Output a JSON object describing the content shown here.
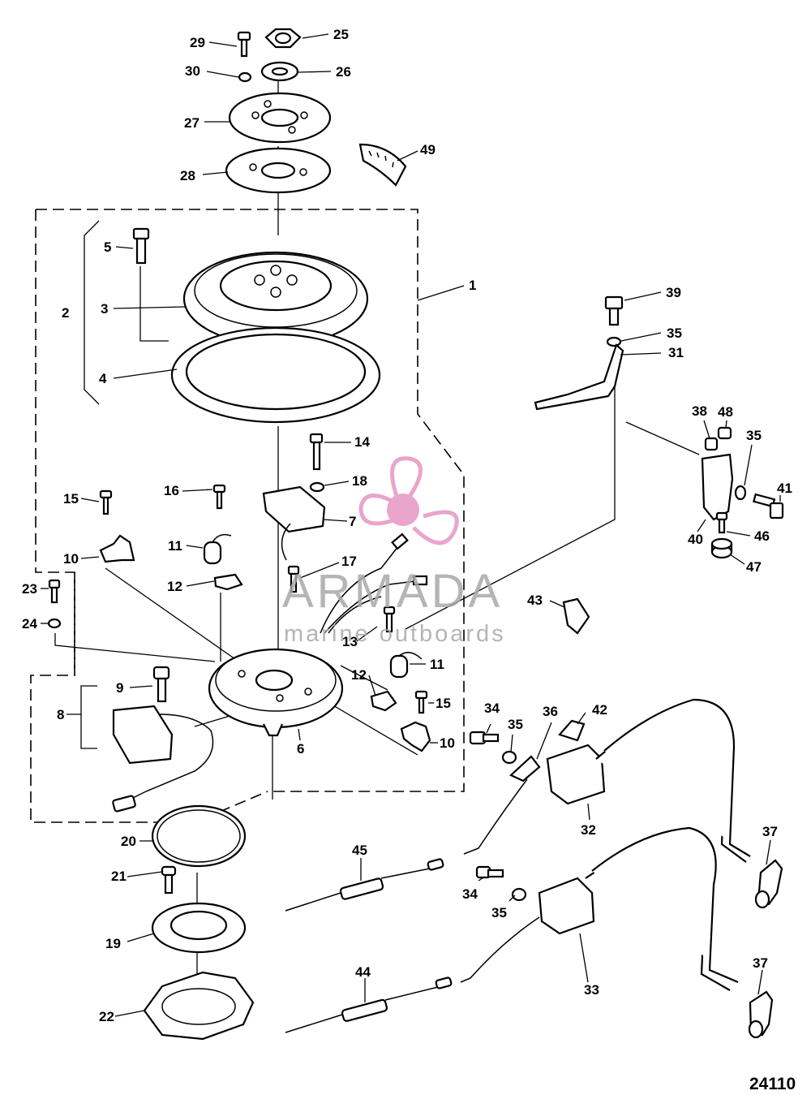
{
  "diagram": {
    "figure_number": "24110",
    "callouts": [
      {
        "id": "c25",
        "label": "25"
      },
      {
        "id": "c29",
        "label": "29"
      },
      {
        "id": "c30",
        "label": "30"
      },
      {
        "id": "c26",
        "label": "26"
      },
      {
        "id": "c27",
        "label": "27"
      },
      {
        "id": "c28",
        "label": "28"
      },
      {
        "id": "c49",
        "label": "49"
      },
      {
        "id": "c5",
        "label": "5"
      },
      {
        "id": "c1",
        "label": "1"
      },
      {
        "id": "c2",
        "label": "2"
      },
      {
        "id": "c3",
        "label": "3"
      },
      {
        "id": "c4",
        "label": "4"
      },
      {
        "id": "c39",
        "label": "39"
      },
      {
        "id": "c35a",
        "label": "35"
      },
      {
        "id": "c31",
        "label": "31"
      },
      {
        "id": "c38",
        "label": "38"
      },
      {
        "id": "c48",
        "label": "48"
      },
      {
        "id": "c35b",
        "label": "35"
      },
      {
        "id": "c41",
        "label": "41"
      },
      {
        "id": "c40",
        "label": "40"
      },
      {
        "id": "c46",
        "label": "46"
      },
      {
        "id": "c47",
        "label": "47"
      },
      {
        "id": "c14",
        "label": "14"
      },
      {
        "id": "c18",
        "label": "18"
      },
      {
        "id": "c7",
        "label": "7"
      },
      {
        "id": "c15a",
        "label": "15"
      },
      {
        "id": "c16",
        "label": "16"
      },
      {
        "id": "c11a",
        "label": "11"
      },
      {
        "id": "c10a",
        "label": "10"
      },
      {
        "id": "c12a",
        "label": "12"
      },
      {
        "id": "c17",
        "label": "17"
      },
      {
        "id": "c23",
        "label": "23"
      },
      {
        "id": "c24",
        "label": "24"
      },
      {
        "id": "c43",
        "label": "43"
      },
      {
        "id": "c13",
        "label": "13"
      },
      {
        "id": "c11b",
        "label": "11"
      },
      {
        "id": "c12b",
        "label": "12"
      },
      {
        "id": "c9",
        "label": "9"
      },
      {
        "id": "c8",
        "label": "8"
      },
      {
        "id": "c15b",
        "label": "15"
      },
      {
        "id": "c10b",
        "label": "10"
      },
      {
        "id": "c6",
        "label": "6"
      },
      {
        "id": "c34a",
        "label": "34"
      },
      {
        "id": "c35c",
        "label": "35"
      },
      {
        "id": "c36",
        "label": "36"
      },
      {
        "id": "c42",
        "label": "42"
      },
      {
        "id": "c32",
        "label": "32"
      },
      {
        "id": "c37a",
        "label": "37"
      },
      {
        "id": "c20",
        "label": "20"
      },
      {
        "id": "c45",
        "label": "45"
      },
      {
        "id": "c21",
        "label": "21"
      },
      {
        "id": "c34b",
        "label": "34"
      },
      {
        "id": "c35d",
        "label": "35"
      },
      {
        "id": "c19",
        "label": "19"
      },
      {
        "id": "c33",
        "label": "33"
      },
      {
        "id": "c37b",
        "label": "37"
      },
      {
        "id": "c44",
        "label": "44"
      },
      {
        "id": "c22",
        "label": "22"
      }
    ]
  },
  "watermark": {
    "brand": "ARMADA",
    "tagline": "marine outboards",
    "logo_color": "#e48fc0"
  }
}
